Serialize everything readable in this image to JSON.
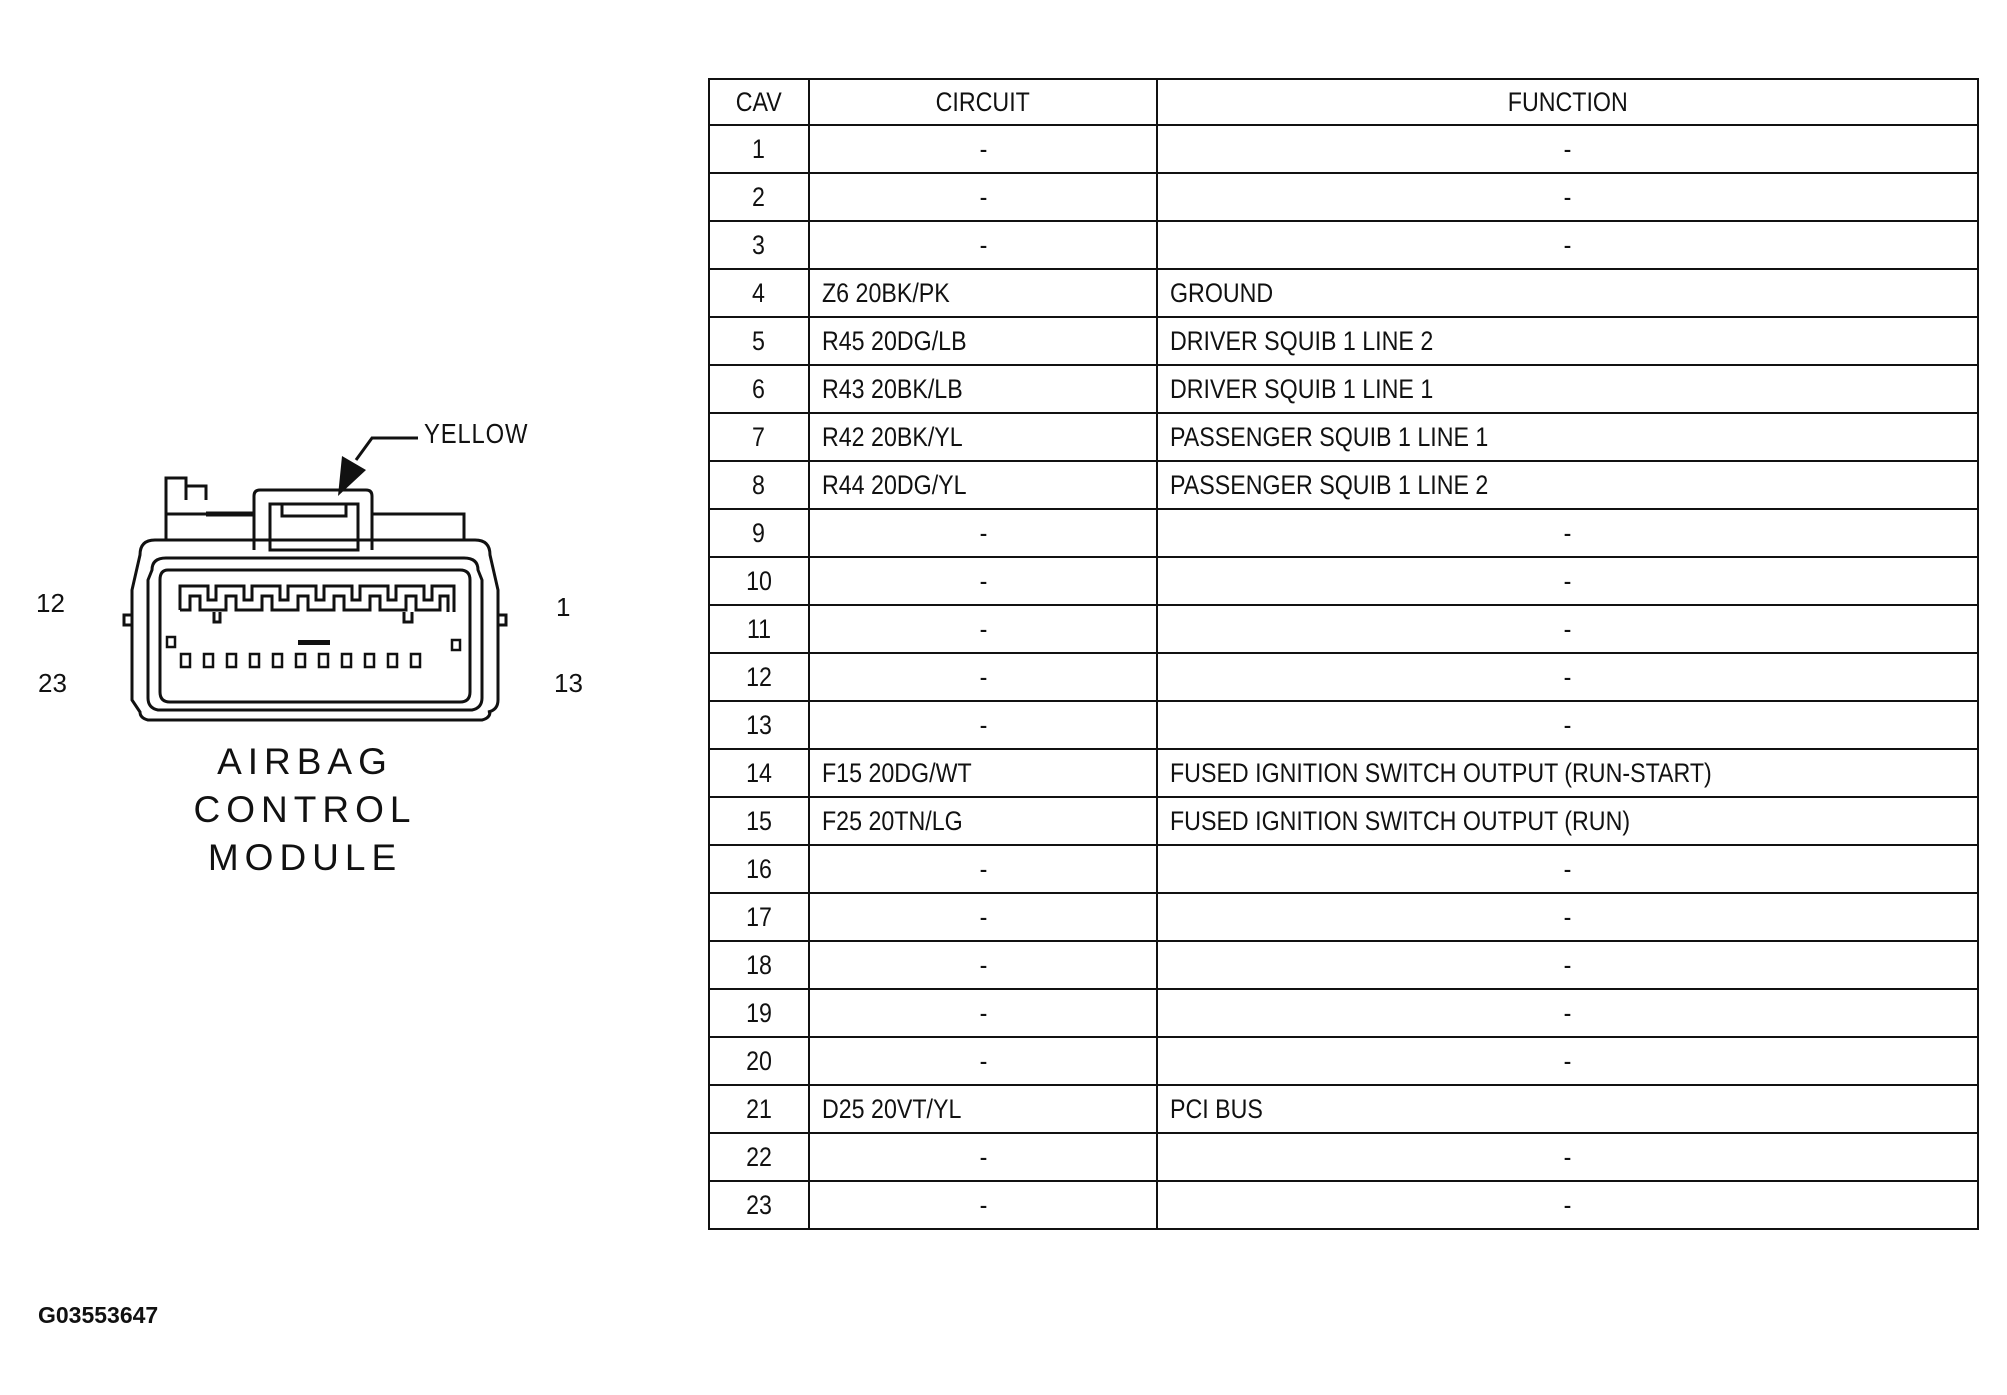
{
  "connector": {
    "callout_label": "YELLOW",
    "pin_labels": {
      "top_left": "12",
      "top_right": "1",
      "bottom_left": "23",
      "bottom_right": "13"
    },
    "caption": [
      "AIRBAG",
      "CONTROL",
      "MODULE"
    ]
  },
  "table": {
    "headers": {
      "cav": "CAV",
      "circuit": "CIRCUIT",
      "function": "FUNCTION"
    },
    "rows": [
      {
        "cav": "1",
        "circuit": "-",
        "function": "-"
      },
      {
        "cav": "2",
        "circuit": "-",
        "function": "-"
      },
      {
        "cav": "3",
        "circuit": "-",
        "function": "-"
      },
      {
        "cav": "4",
        "circuit": "Z6 20BK/PK",
        "function": "GROUND"
      },
      {
        "cav": "5",
        "circuit": "R45 20DG/LB",
        "function": "DRIVER SQUIB 1 LINE 2"
      },
      {
        "cav": "6",
        "circuit": "R43 20BK/LB",
        "function": "DRIVER SQUIB 1 LINE 1"
      },
      {
        "cav": "7",
        "circuit": "R42 20BK/YL",
        "function": "PASSENGER SQUIB 1 LINE 1"
      },
      {
        "cav": "8",
        "circuit": "R44 20DG/YL",
        "function": "PASSENGER SQUIB 1 LINE 2"
      },
      {
        "cav": "9",
        "circuit": "-",
        "function": "-"
      },
      {
        "cav": "10",
        "circuit": "-",
        "function": "-"
      },
      {
        "cav": "11",
        "circuit": "-",
        "function": "-"
      },
      {
        "cav": "12",
        "circuit": "-",
        "function": "-"
      },
      {
        "cav": "13",
        "circuit": "-",
        "function": "-"
      },
      {
        "cav": "14",
        "circuit": "F15 20DG/WT",
        "function": "FUSED IGNITION SWITCH OUTPUT (RUN-START)"
      },
      {
        "cav": "15",
        "circuit": "F25 20TN/LG",
        "function": "FUSED IGNITION SWITCH OUTPUT (RUN)"
      },
      {
        "cav": "16",
        "circuit": "-",
        "function": "-"
      },
      {
        "cav": "17",
        "circuit": "-",
        "function": "-"
      },
      {
        "cav": "18",
        "circuit": "-",
        "function": "-"
      },
      {
        "cav": "19",
        "circuit": "-",
        "function": "-"
      },
      {
        "cav": "20",
        "circuit": "-",
        "function": "-"
      },
      {
        "cav": "21",
        "circuit": "D25 20VT/YL",
        "function": "PCI BUS"
      },
      {
        "cav": "22",
        "circuit": "-",
        "function": "-"
      },
      {
        "cav": "23",
        "circuit": "-",
        "function": "-"
      }
    ]
  },
  "figure_id": "G03553647"
}
